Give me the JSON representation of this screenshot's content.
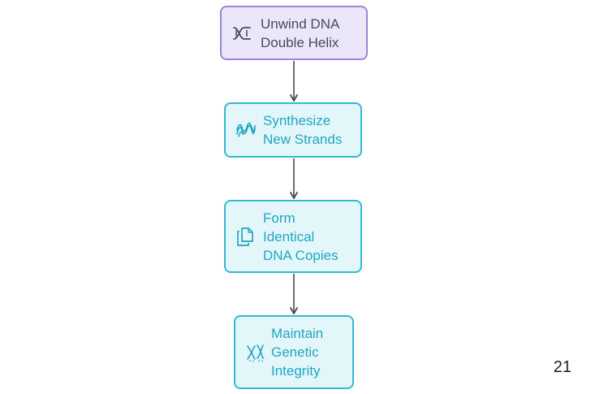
{
  "diagram": {
    "nodes": [
      {
        "id": "n1",
        "label": "Unwind DNA\nDouble Helix",
        "icon": "dna-helix-icon"
      },
      {
        "id": "n2",
        "label": "Synthesize\nNew Strands",
        "icon": "strands-icon"
      },
      {
        "id": "n3",
        "label": "Form\nIdentical\nDNA Copies",
        "icon": "copy-documents-icon"
      },
      {
        "id": "n4",
        "label": "Maintain\nGenetic\nIntegrity",
        "icon": "chromosomes-icon"
      }
    ],
    "edges": [
      {
        "from": "n1",
        "to": "n2"
      },
      {
        "from": "n2",
        "to": "n3"
      },
      {
        "from": "n3",
        "to": "n4"
      }
    ],
    "colors": {
      "first_node_fill": "#ece6fb",
      "first_node_border": "#9d86d6",
      "node_fill": "#e3f6fa",
      "node_border": "#35b9d3",
      "node_text": "#1fa7c4",
      "arrow": "#4a4a4a"
    }
  },
  "page_number": "21"
}
